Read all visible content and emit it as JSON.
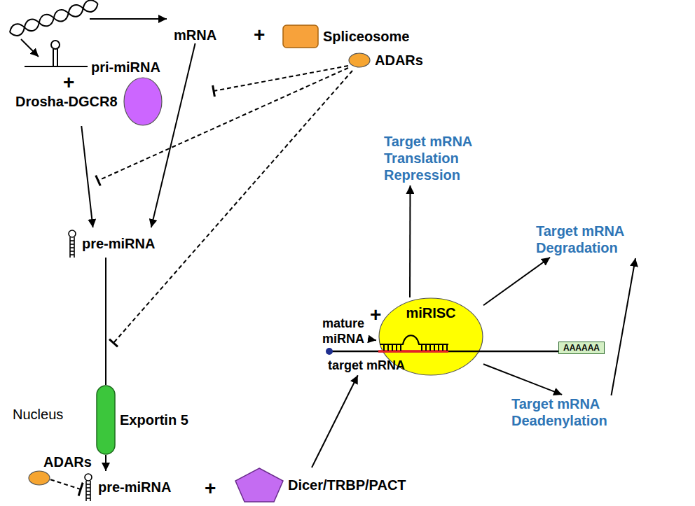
{
  "diagram": {
    "nodes": [
      {
        "text": [
          "Nucleus"
        ]
      },
      {
        "text": [
          "mRNA"
        ],
        "in": 0
      },
      {
        "text": [
          "Spliceosome"
        ],
        "in": 0
      },
      {
        "text": [
          "pri-miRNA"
        ],
        "in": 0
      },
      {
        "text": [
          "ADARs"
        ],
        "in": 0
      },
      {
        "text": [
          "Drosha-DGCR8"
        ],
        "in": 0
      },
      {
        "text": [
          "pre-miRNA"
        ],
        "in": 0
      },
      {
        "text": [
          "Exportin 5"
        ]
      },
      {
        "text": [
          "ADARs"
        ]
      },
      {
        "text": [
          "pre-miRNA"
        ]
      },
      {
        "text": [
          "Dicer/TRBP/PACT"
        ]
      },
      {
        "text": [
          "mature miRNA"
        ]
      },
      {
        "text": [
          "miRISC"
        ]
      },
      {
        "text": [
          "target mRNA"
        ]
      },
      {
        "text": [
          "AAAAAA"
        ]
      },
      {
        "text": [
          "Target mRNA Translation Repression"
        ]
      },
      {
        "text": [
          "Target mRNA Degradation"
        ]
      },
      {
        "text": [
          "Target mRNA Deadenylation"
        ]
      }
    ],
    "edges": [
      {
        "from": 1,
        "to": 6,
        "arrow": "to"
      },
      {
        "from": 5,
        "to": 6,
        "arrow": "to"
      },
      {
        "from": 6,
        "to": 7,
        "arrow": "none"
      },
      {
        "from": 7,
        "to": 9,
        "arrow": "to"
      },
      {
        "from": 8,
        "to": 9,
        "arrow": "to"
      },
      {
        "from": 10,
        "to": 13,
        "arrow": "to"
      },
      {
        "from": 11,
        "to": 12,
        "arrow": "to"
      },
      {
        "from": 12,
        "to": 15,
        "arrow": "to"
      },
      {
        "from": 12,
        "to": 16,
        "arrow": "to"
      },
      {
        "from": 12,
        "to": 17,
        "arrow": "to"
      },
      {
        "from": 17,
        "to": 16,
        "arrow": "to"
      }
    ],
    "labels": [
      "+",
      "+",
      "+",
      "+"
    ]
  }
}
